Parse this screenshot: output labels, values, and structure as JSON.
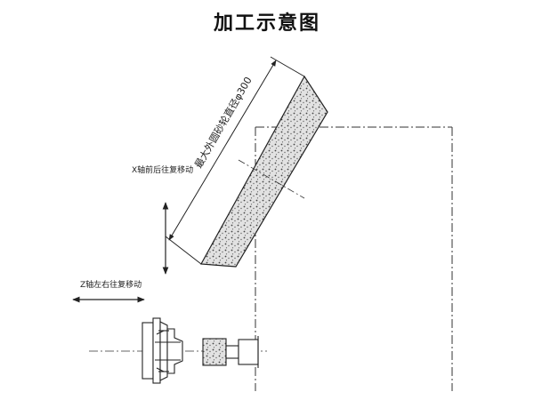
{
  "title": "加工示意图",
  "labels": {
    "dimension": "最大外圆砂轮直径φ300",
    "x_axis_motion": "X轴前后往复移动",
    "z_axis_motion": "Z轴左右往复移动"
  },
  "colors": {
    "line": "#222222",
    "wheel_fill": "#d9d9d9",
    "dots": "#555555"
  }
}
